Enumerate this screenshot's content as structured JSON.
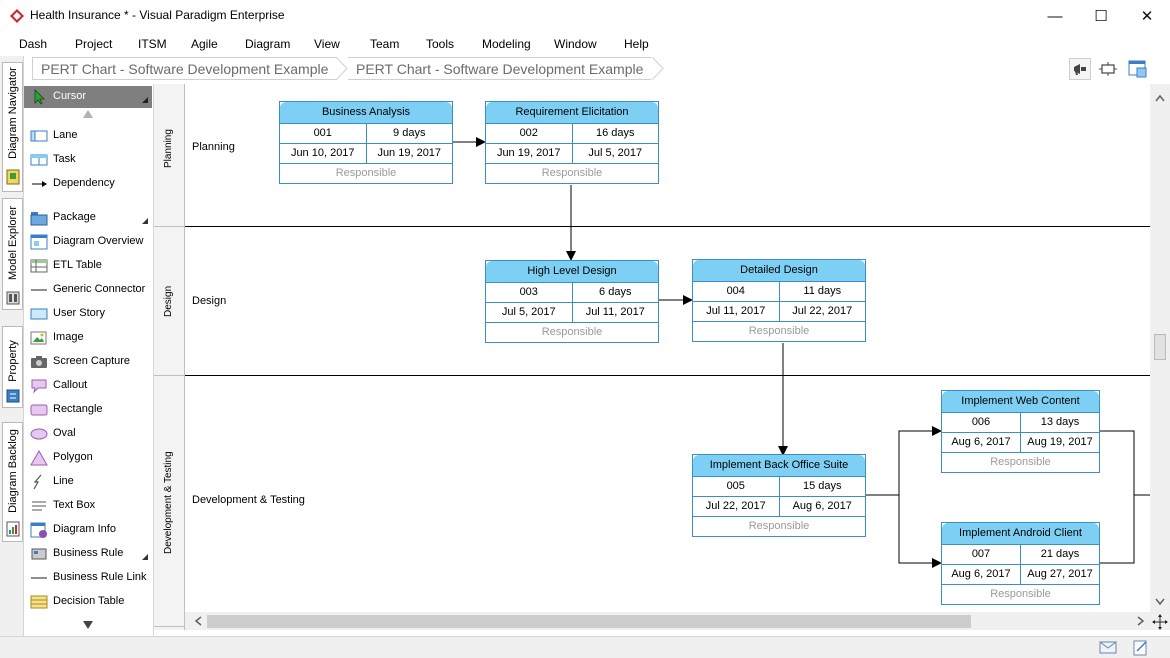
{
  "window": {
    "title": "Health Insurance * - Visual Paradigm Enterprise",
    "minimize_glyph": "—",
    "maximize_glyph": "☐",
    "close_glyph": "✕"
  },
  "menu": [
    "Dash",
    "Project",
    "ITSM",
    "Agile",
    "Diagram",
    "View",
    "Team",
    "Tools",
    "Modeling",
    "Window",
    "Help"
  ],
  "breadcrumb": [
    "PERT Chart - Software Development Example",
    "PERT Chart - Software Development Example"
  ],
  "side_tabs": [
    "Diagram Navigator",
    "Model Explorer",
    "Property",
    "Diagram Backlog"
  ],
  "palette": {
    "items": [
      {
        "label": "Cursor",
        "icon": "cursor-icon"
      },
      {
        "label": "Lane",
        "icon": "lane-icon"
      },
      {
        "label": "Task",
        "icon": "task-icon"
      },
      {
        "label": "Dependency",
        "icon": "dependency-icon"
      },
      {
        "label": "Package",
        "icon": "package-icon"
      },
      {
        "label": "Diagram Overview",
        "icon": "diagram-overview-icon"
      },
      {
        "label": "ETL Table",
        "icon": "etl-table-icon"
      },
      {
        "label": "Generic Connector",
        "icon": "generic-connector-icon"
      },
      {
        "label": "User Story",
        "icon": "user-story-icon"
      },
      {
        "label": "Image",
        "icon": "image-icon"
      },
      {
        "label": "Screen Capture",
        "icon": "screen-capture-icon"
      },
      {
        "label": "Callout",
        "icon": "callout-icon"
      },
      {
        "label": "Rectangle",
        "icon": "rectangle-icon"
      },
      {
        "label": "Oval",
        "icon": "oval-icon"
      },
      {
        "label": "Polygon",
        "icon": "polygon-icon"
      },
      {
        "label": "Line",
        "icon": "line-icon"
      },
      {
        "label": "Text Box",
        "icon": "text-box-icon"
      },
      {
        "label": "Diagram Info",
        "icon": "diagram-info-icon"
      },
      {
        "label": "Business Rule",
        "icon": "business-rule-icon"
      },
      {
        "label": "Business Rule Link",
        "icon": "business-rule-link-icon"
      },
      {
        "label": "Decision Table",
        "icon": "decision-table-icon"
      }
    ]
  },
  "lanes": [
    {
      "header": "Planning",
      "title": "Planning"
    },
    {
      "header": "Design",
      "title": "Design"
    },
    {
      "header": "Development & Testing",
      "title": "Development & Testing"
    }
  ],
  "tasks": [
    {
      "title": "Business Analysis",
      "id": "001",
      "duration": "9 days",
      "start": "Jun 10, 2017",
      "end": "Jun 19, 2017",
      "responsible": "Responsible"
    },
    {
      "title": "Requirement Elicitation",
      "id": "002",
      "duration": "16 days",
      "start": "Jun 19, 2017",
      "end": "Jul 5, 2017",
      "responsible": "Responsible"
    },
    {
      "title": "High Level Design",
      "id": "003",
      "duration": "6 days",
      "start": "Jul 5, 2017",
      "end": "Jul 11, 2017",
      "responsible": "Responsible"
    },
    {
      "title": "Detailed Design",
      "id": "004",
      "duration": "11 days",
      "start": "Jul 11, 2017",
      "end": "Jul 22, 2017",
      "responsible": "Responsible"
    },
    {
      "title": "Implement Back Office Suite",
      "id": "005",
      "duration": "15 days",
      "start": "Jul 22, 2017",
      "end": "Aug 6, 2017",
      "responsible": "Responsible"
    },
    {
      "title": "Implement Web Content",
      "id": "006",
      "duration": "13 days",
      "start": "Aug 6, 2017",
      "end": "Aug 19, 2017",
      "responsible": "Responsible"
    },
    {
      "title": "Implement Android Client",
      "id": "007",
      "duration": "21 days",
      "start": "Aug 6, 2017",
      "end": "Aug 27, 2017",
      "responsible": "Responsible"
    }
  ],
  "colors": {
    "node_header": "#7ecff4",
    "node_border": "#3a8fc4",
    "brand_red": "#d8232a"
  }
}
